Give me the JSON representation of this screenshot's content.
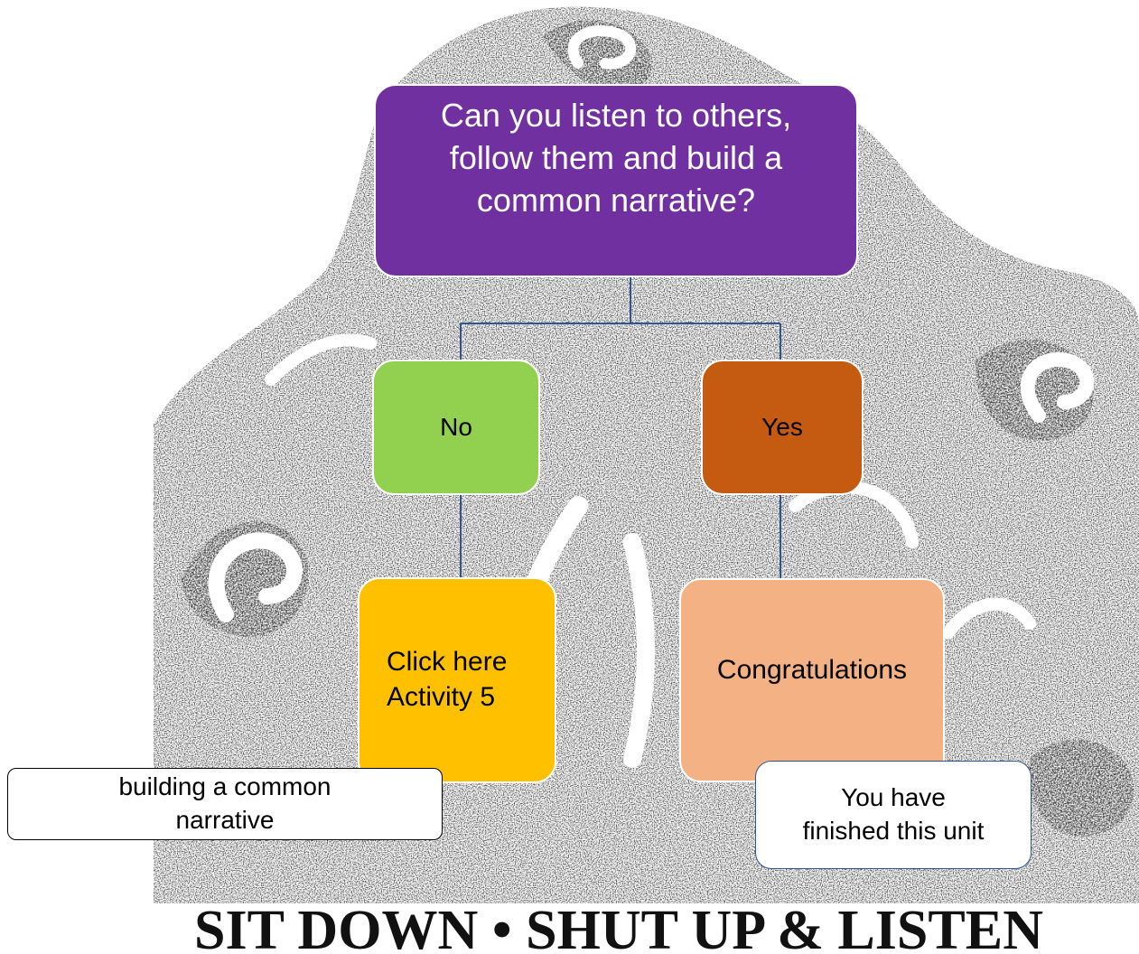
{
  "diagram": {
    "question": "Can you listen to others,\nfollow them and build a\ncommon narrative?",
    "no_label": "No",
    "yes_label": "Yes",
    "activity_link": "Click here\nActivity 5",
    "congrats_label": "Congratulations",
    "note_left": "building a common\nnarrative",
    "note_right": "You have\nfinished this unit"
  },
  "background": {
    "banner_text": "SIT DOWN • SHUT UP  &  LISTEN"
  },
  "colors": {
    "question": "#7030a0",
    "no": "#92d050",
    "yes": "#c55a11",
    "activity": "#ffc000",
    "congrats": "#f4b183",
    "connector": "#2f5597",
    "ink": "#111111"
  }
}
